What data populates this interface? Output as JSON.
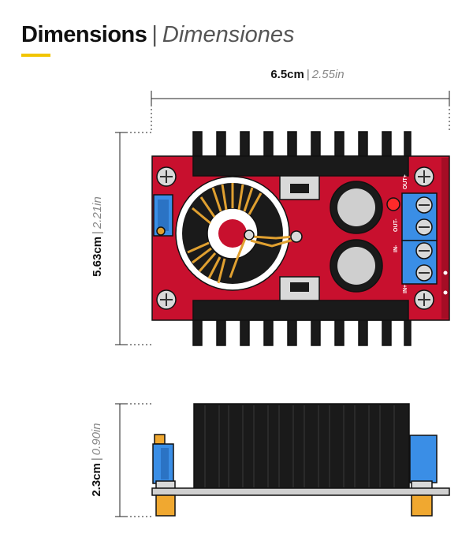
{
  "header": {
    "title": "Dimensions",
    "separator": "|",
    "subtitle": "Dimensiones"
  },
  "dimensions": {
    "width": {
      "metric": "6.5cm",
      "separator": "|",
      "imperial": "2.55in"
    },
    "length": {
      "metric": "5.63cm",
      "separator": "|",
      "imperial": "2.21in"
    },
    "height": {
      "metric": "2.3cm",
      "separator": "|",
      "imperial": "0.90in"
    }
  },
  "terminals": {
    "out_plus": "OUT+",
    "out_minus": "OUT-",
    "in_minus": "IN-",
    "in_plus": "IN+"
  },
  "colors": {
    "accent": "#f2c500",
    "pcb": "#c8102e",
    "heatsink": "#1a1a1a",
    "terminal_block": "#3a8ee6",
    "toroid_wire": "#e0a030"
  }
}
